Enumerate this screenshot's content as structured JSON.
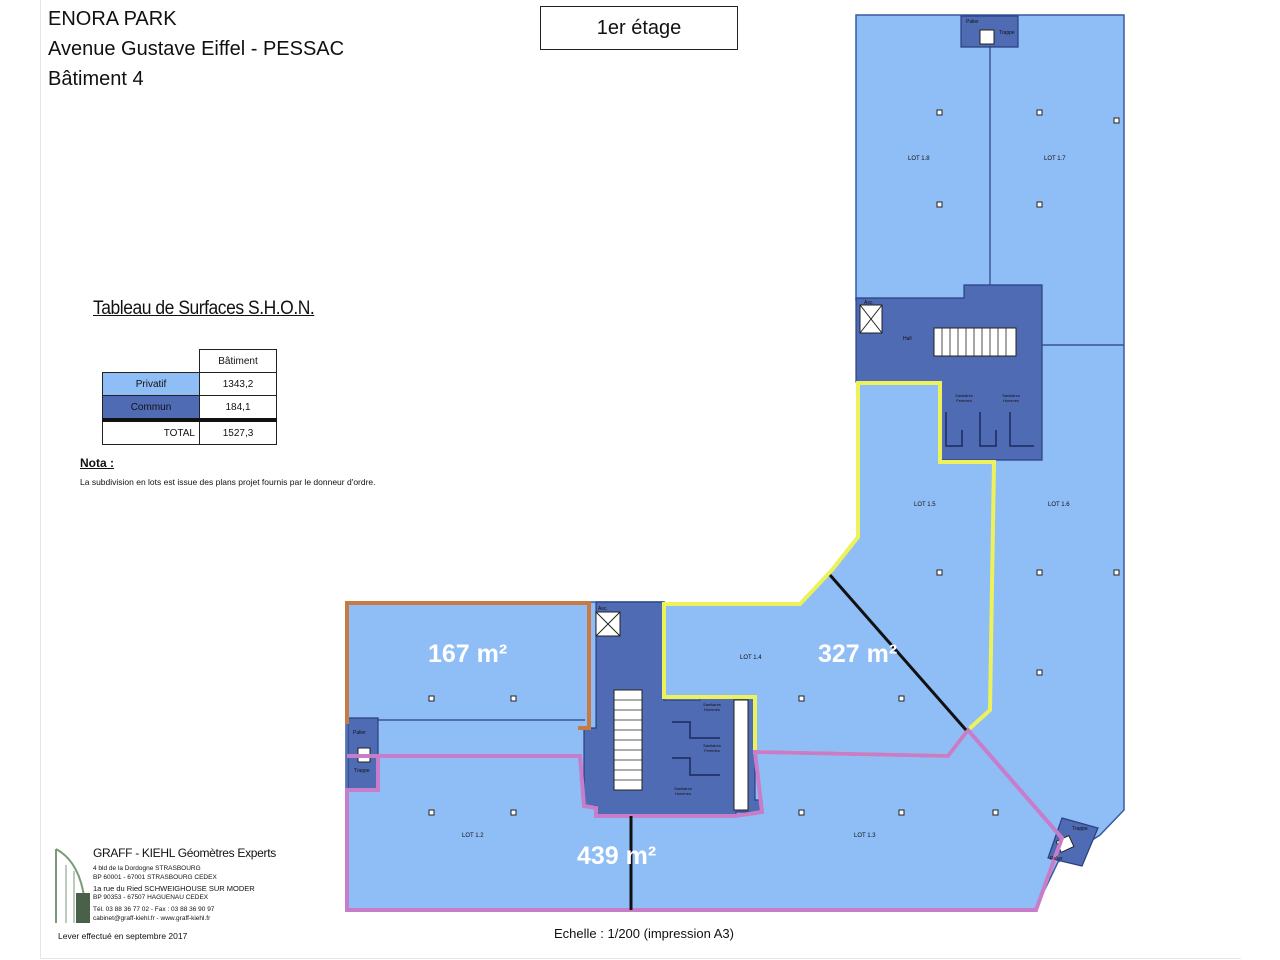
{
  "header": {
    "line1": "ENORA PARK",
    "line2": "Avenue Gustave Eiffel - PESSAC",
    "line3": "Bâtiment 4"
  },
  "floor_label": "1er étage",
  "table": {
    "title": "Tableau de Surfaces S.H.O.N.",
    "column_header": "Bâtiment",
    "rows": [
      {
        "label": "Privatif",
        "value": "1343,2"
      },
      {
        "label": "Commun",
        "value": "184,1"
      },
      {
        "label": "TOTAL",
        "value": "1527,3"
      }
    ]
  },
  "nota": {
    "title": "Nota :",
    "text": "La subdivision en lots est issue des plans projet fournis par le donneur d'ordre."
  },
  "lots": {
    "l18": "LOT 1.8",
    "l17": "LOT 1.7",
    "l16": "LOT 1.6",
    "l15": "LOT 1.5",
    "l14": "LOT 1.4",
    "l13": "LOT 1.3",
    "l12": "LOT 1.2"
  },
  "rooms": {
    "palier": "Palier",
    "trappe": "Trappe",
    "hall": "Hall",
    "asc": "Asc.",
    "sanit_f": "Sanitaires Femmes",
    "sanit_h": "Sanitaires Hommes"
  },
  "areas": {
    "a167": "167 m²",
    "a327": "327 m²",
    "a439": "439 m²"
  },
  "footer": {
    "company": "GRAFF - KIEHL Géomètres Experts",
    "addr1": "4 bld de la Dordogne STRASBOURG",
    "addr2": "BP 60001 - 67001 STRASBOURG CEDEX",
    "addr3": "1a rue du Ried SCHWEIGHOUSE SUR MODER",
    "addr4": "BP 90353 - 67507 HAGUENAU CEDEX",
    "addr5": "Tél. 03 88 36 77 02 - Fax : 03 88 36 90 97",
    "addr6": "cabinet@graff-kiehl.fr - www.graff-kiehl.fr",
    "survey": "Lever effectué en septembre 2017",
    "scale": "Echelle : 1/200 (impression A3)"
  },
  "colors": {
    "privatif": "#8fbdf6",
    "commun": "#4f6bb3",
    "outline_167": "#c87a45",
    "outline_327": "#eef25a",
    "outline_439": "#c77dc9"
  }
}
